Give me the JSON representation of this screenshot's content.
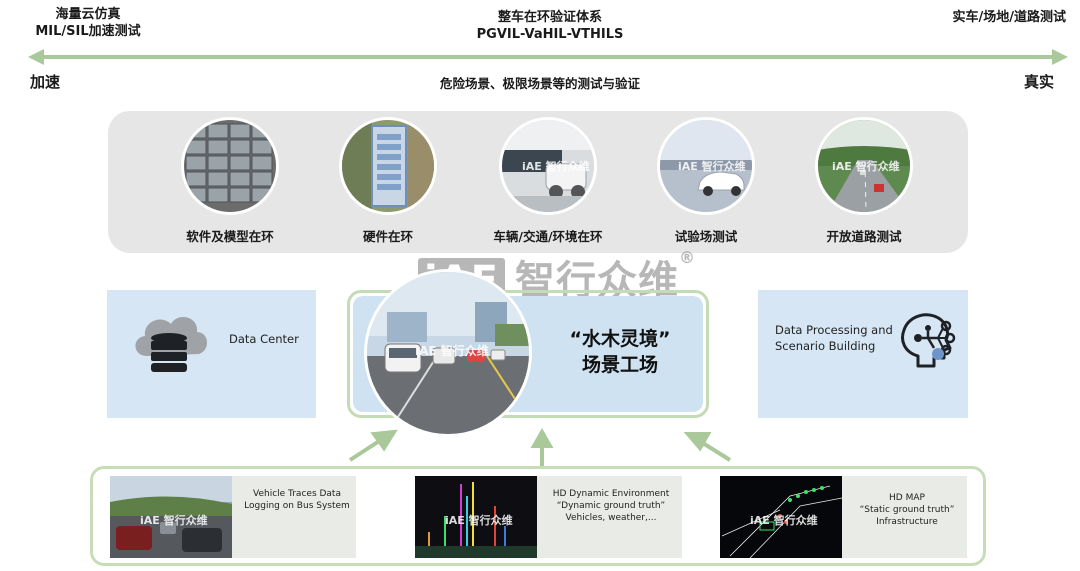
{
  "top": {
    "left_line1": "海量云仿真",
    "left_line2": "MIL/SIL加速测试",
    "center_line1": "整车在环验证体系",
    "center_line2": "PGVIL-VaHIL-VTHILS",
    "right": "实车/场地/道路测试",
    "axis_left": "加速",
    "axis_right": "真实",
    "subtitle": "危险场景、极限场景等的测试与验证"
  },
  "methods": [
    {
      "label": "软件及模型在环"
    },
    {
      "label": "硬件在环"
    },
    {
      "label": "车辆/交通/环境在环"
    },
    {
      "label": "试验场测试"
    },
    {
      "label": "开放道路测试"
    }
  ],
  "watermark": {
    "brand_latin": "iAE",
    "brand_cn": "智行众维",
    "mark": "®"
  },
  "data_center": {
    "label": "Data Center"
  },
  "data_processing": {
    "line1": "Data Processing and",
    "line2": "Scenario Building"
  },
  "factory": {
    "line1": "“水木灵境”",
    "line2": "场景工场"
  },
  "sources": [
    {
      "line1": "Vehicle Traces Data",
      "line2": "Logging on Bus System",
      "line3": ""
    },
    {
      "line1": "HD Dynamic Environment",
      "line2": "“Dynamic ground truth”",
      "line3": "Vehicles, weather,..."
    },
    {
      "line1": "HD MAP",
      "line2": "“Static ground truth”",
      "line3": "Infrastructure"
    }
  ],
  "colors": {
    "arrow_green": "#a9c99b",
    "panel_blue": "#d6e6f4",
    "band_gray": "#e6e6e6"
  }
}
